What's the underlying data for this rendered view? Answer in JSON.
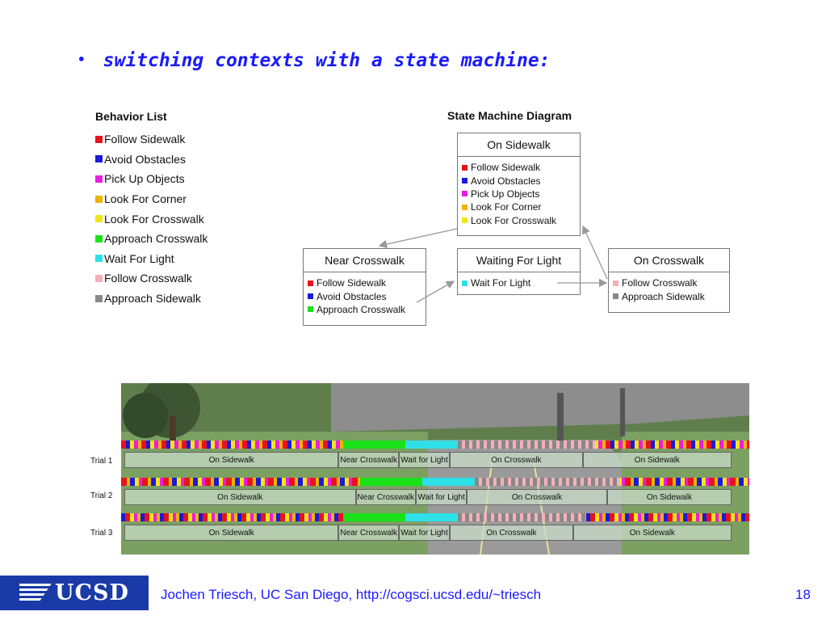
{
  "slide": {
    "bullet": "•",
    "title": "switching contexts with a state machine:"
  },
  "behavior_list": {
    "title": "Behavior List",
    "items": [
      {
        "label": "Follow Sidewalk",
        "color": "#e8121e"
      },
      {
        "label": "Avoid Obstacles",
        "color": "#1a1ad8"
      },
      {
        "label": "Pick Up Objects",
        "color": "#e81ee0"
      },
      {
        "label": "Look For Corner",
        "color": "#f0b400"
      },
      {
        "label": "Look For Crosswalk",
        "color": "#f2e61a"
      },
      {
        "label": "Approach Crosswalk",
        "color": "#1ae21a"
      },
      {
        "label": "Wait For Light",
        "color": "#2ee0e8"
      },
      {
        "label": "Follow Crosswalk",
        "color": "#f5b0b8"
      },
      {
        "label": "Approach Sidewalk",
        "color": "#888888"
      }
    ]
  },
  "state_machine": {
    "title": "State Machine Diagram",
    "states": {
      "on_sidewalk": {
        "name": "On Sidewalk",
        "behaviors": [
          "Follow Sidewalk",
          "Avoid Obstacles",
          "Pick Up Objects",
          "Look For Corner",
          "Look For Crosswalk"
        ]
      },
      "near_crosswalk": {
        "name": "Near Crosswalk",
        "behaviors": [
          "Follow Sidewalk",
          "Avoid Obstacles",
          "Approach Crosswalk"
        ]
      },
      "waiting_for_light": {
        "name": "Waiting For Light",
        "behaviors": [
          "Wait For Light"
        ]
      },
      "on_crosswalk": {
        "name": "On Crosswalk",
        "behaviors": [
          "Follow Crosswalk",
          "Approach Sidewalk"
        ]
      }
    }
  },
  "trials": [
    {
      "label": "Trial 1",
      "segments": [
        {
          "name": "On Sidewalk",
          "start": 0.0,
          "end": 0.353
        },
        {
          "name": "Near Crosswalk",
          "start": 0.353,
          "end": 0.452
        },
        {
          "name": "Wait for Light",
          "start": 0.452,
          "end": 0.536
        },
        {
          "name": "On Crosswalk",
          "start": 0.536,
          "end": 0.755
        },
        {
          "name": "On Sidewalk",
          "start": 0.755,
          "end": 1.0
        }
      ]
    },
    {
      "label": "Trial 2",
      "segments": [
        {
          "name": "On Sidewalk",
          "start": 0.0,
          "end": 0.381
        },
        {
          "name": "Near Crosswalk",
          "start": 0.381,
          "end": 0.48
        },
        {
          "name": "Wait for Light",
          "start": 0.48,
          "end": 0.564
        },
        {
          "name": "On Crosswalk",
          "start": 0.564,
          "end": 0.795
        },
        {
          "name": "On Sidewalk",
          "start": 0.795,
          "end": 1.0
        }
      ]
    },
    {
      "label": "Trial 3",
      "segments": [
        {
          "name": "On Sidewalk",
          "start": 0.0,
          "end": 0.353
        },
        {
          "name": "Near Crosswalk",
          "start": 0.353,
          "end": 0.452
        },
        {
          "name": "Wait for Light",
          "start": 0.452,
          "end": 0.536
        },
        {
          "name": "On Crosswalk",
          "start": 0.536,
          "end": 0.739
        },
        {
          "name": "On Sidewalk",
          "start": 0.739,
          "end": 1.0
        }
      ]
    }
  ],
  "footer": {
    "logo_text": "UCSD",
    "credit": "Jochen Triesch, UC San Diego, http://cogsci.ucsd.edu/~triesch",
    "page_number": "18"
  }
}
